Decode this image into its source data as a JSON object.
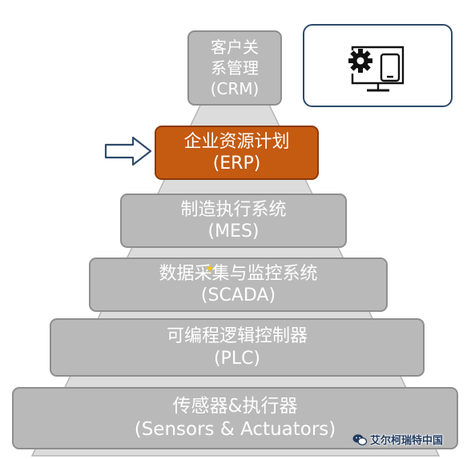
{
  "layers": [
    {
      "line1": "客户关",
      "line2": "系管理",
      "line3": "(CRM)"
    },
    {
      "line1": "企业资源计划",
      "line2": "(ERP)"
    },
    {
      "line1": "制造执行系统",
      "line2": "(MES)"
    },
    {
      "line1": "数据采集与监控系统",
      "line2": "(SCADA)"
    },
    {
      "line1": "可编程逻辑控制器",
      "line2": "(PLC)"
    },
    {
      "line1": "传感器&执行器",
      "line2": "(Sensors & Actuators)"
    }
  ],
  "watermark": {
    "text": "艾尔柯瑞特中国",
    "icon": "wechat-icon"
  },
  "icons": {
    "settings": "gear-icon",
    "devices": "monitor-and-phone-icon",
    "pointer": "right-arrow-icon"
  },
  "colors": {
    "layer_fill": "#b9b9b9",
    "highlight_fill": "#c55a11",
    "icon_border": "#2e4a6b"
  }
}
